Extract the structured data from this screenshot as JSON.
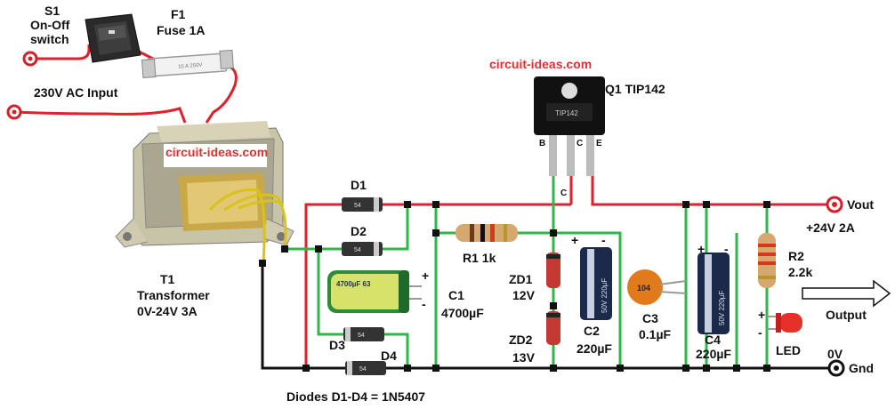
{
  "watermarks": {
    "top": "circuit-ideas.com",
    "transformer": "circuit-ideas.com"
  },
  "labels": {
    "s1_ref": "S1",
    "s1_name_line1": "On-Off",
    "s1_name_line2": "switch",
    "f1_ref": "F1",
    "f1_name": "Fuse 1A",
    "ac_input": "230V AC Input",
    "q1": "Q1 TIP142",
    "q1_b": "B",
    "q1_c_top": "C",
    "q1_e": "E",
    "q1_c_wire": "C",
    "t1_ref": "T1",
    "t1_name": "Transformer",
    "t1_rating": "0V-24V 3A",
    "d1": "D1",
    "d2": "D2",
    "d3": "D3",
    "d4": "D4",
    "r1": "R1 1k",
    "c1_ref": "C1",
    "c1_val": "4700µF",
    "zd1_ref": "ZD1",
    "zd1_val": "12V",
    "zd2_ref": "ZD2",
    "zd2_val": "13V",
    "c2_ref": "C2",
    "c2_val": "220µF",
    "c3_ref": "C3",
    "c3_val": "0.1µF",
    "c4_ref": "C4",
    "c4_val": "220µF",
    "r2_ref": "R2",
    "r2_val": "2.2k",
    "led": "LED",
    "plus": "+",
    "minus": "-",
    "vout": "Vout",
    "vout_val": "+24V 2A",
    "output": "Output",
    "zero_v": "0V",
    "gnd": "Gnd",
    "diodes_note": "Diodes D1-D4 = 1N5407"
  },
  "part_markings": {
    "diode": "54",
    "c1_text": "4700µF  63",
    "c2_text": "50V 220µF",
    "c3_text": "104",
    "c4_text": "50V 220µF",
    "fuse_text": "10 A 250V",
    "q1_text": "TIP142"
  },
  "colors": {
    "wire_positive": "#e0202a",
    "wire_negative": "#111111",
    "wire_ac": "#e0202a",
    "wire_secondary": "#2db84a",
    "wire_yellow": "#d9c21a",
    "node": "#111111",
    "terminal": "#d4202a"
  }
}
